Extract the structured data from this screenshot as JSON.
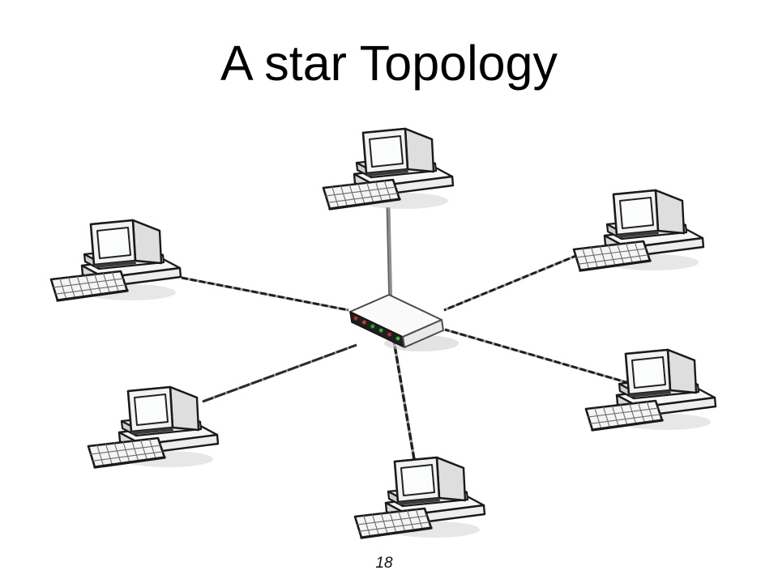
{
  "slide": {
    "title": "A star Topology",
    "page_number": "18",
    "background_color": "#ffffff",
    "title_color": "#000000"
  },
  "diagram": {
    "type": "star-topology",
    "center_device": "network hub-switch",
    "computer_count": 6,
    "link_count": 6,
    "computers": [
      {
        "id": "top"
      },
      {
        "id": "upper-left"
      },
      {
        "id": "upper-right"
      },
      {
        "id": "lower-left"
      },
      {
        "id": "lower-right"
      },
      {
        "id": "bottom"
      }
    ],
    "hub_led_colors": [
      "#a83232",
      "#c83c3c",
      "#2e9e2e",
      "#34b034",
      "#a83232",
      "#3cb43c"
    ],
    "colors": {
      "link_line": "#1f1f1f",
      "link_base": "#9a9a9a",
      "cable": "#8f8f8f",
      "device_outline": "#1a1a1a",
      "device_fill": "#f2f2f2",
      "screen_fill": "#fbfcfc",
      "hub_front": "#1f1f1f",
      "hub_top": "#fafafa"
    }
  }
}
